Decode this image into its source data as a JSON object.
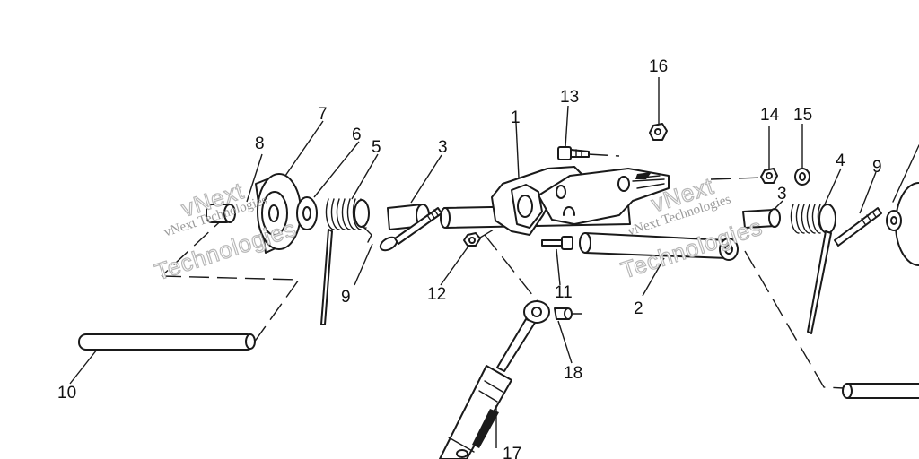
{
  "diagram": {
    "callouts": {
      "c1": "1",
      "c2": "2",
      "c3a": "3",
      "c3b": "3",
      "c4": "4",
      "c5": "5",
      "c6": "6",
      "c7": "7",
      "c8": "8",
      "c9a": "9",
      "c9b": "9",
      "c10": "10",
      "c11": "11",
      "c12": "12",
      "c13": "13",
      "c14": "14",
      "c15": "15",
      "c16": "16",
      "c17": "17",
      "c18": "18"
    },
    "watermark": {
      "line1": "vNext Technologies",
      "line2": "Technologies",
      "line3": "vNext"
    },
    "colors": {
      "ink": "#1a1a1a",
      "paper": "#ffffff",
      "watermark": "#b8b8b8"
    }
  }
}
